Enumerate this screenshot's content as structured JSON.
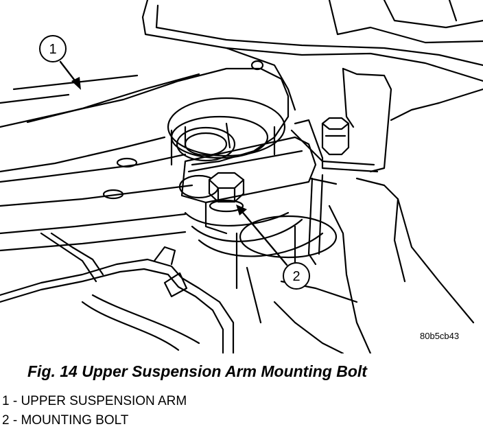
{
  "figure": {
    "image_code": "80b5cb43",
    "callouts": [
      {
        "number": "1"
      },
      {
        "number": "2"
      }
    ]
  },
  "caption": "Fig. 14 Upper Suspension Arm Mounting Bolt",
  "legend": [
    {
      "number": "1",
      "text": "1 - UPPER SUSPENSION ARM"
    },
    {
      "number": "2",
      "text": "2 - MOUNTING BOLT"
    }
  ]
}
